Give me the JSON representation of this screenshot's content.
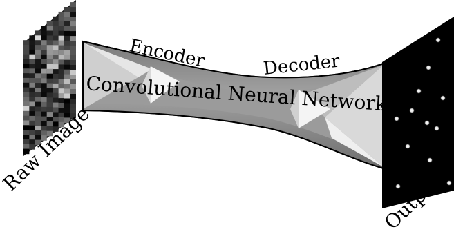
{
  "labels": {
    "input": "Raw Image",
    "encoder": "Encoder",
    "decoder": "Decoder",
    "network": "Convolutional Neural Network",
    "output": "Output"
  },
  "colors": {
    "tube_dark": "#8c8c8c",
    "tube_mid": "#a8a8a8",
    "tube_light": "#cfcfcf",
    "tube_highlight": "#ececec",
    "output_bg": "#000000",
    "output_spot": "#ffffff"
  }
}
